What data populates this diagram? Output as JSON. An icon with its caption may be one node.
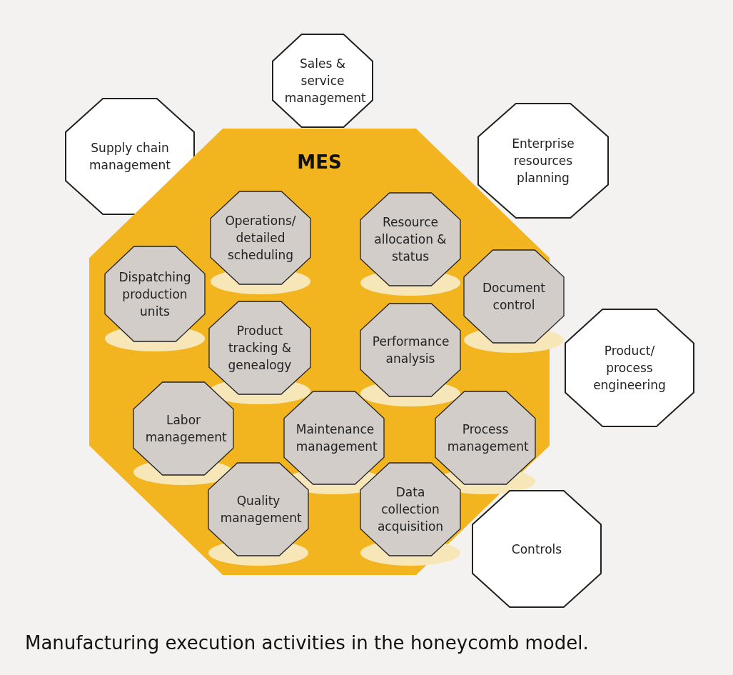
{
  "diagram": {
    "caption": "Manufacturing execution activities in the honeycomb model.",
    "nodes": [
      {
        "text": [
          "Sales & service management"
        ]
      },
      {
        "text": [
          "Supply chain management"
        ]
      },
      {
        "text": [
          "Enterprise resources planning"
        ]
      },
      {
        "text": [
          "MES"
        ]
      },
      {
        "text": [
          "Operations/ detailed scheduling"
        ],
        "in": 3
      },
      {
        "text": [
          "Resource allocation & status"
        ],
        "in": 3
      },
      {
        "text": [
          "Dispatching production units"
        ],
        "in": 3
      },
      {
        "text": [
          "Document control"
        ],
        "in": 3
      },
      {
        "text": [
          "Product tracking & genealogy"
        ],
        "in": 3
      },
      {
        "text": [
          "Performance analysis"
        ],
        "in": 3
      },
      {
        "text": [
          "Product/ process engineering"
        ]
      },
      {
        "text": [
          "Labor management"
        ],
        "in": 3
      },
      {
        "text": [
          "Maintenance management"
        ],
        "in": 3
      },
      {
        "text": [
          "Process management"
        ],
        "in": 3
      },
      {
        "text": [
          "Quality management"
        ],
        "in": 3
      },
      {
        "text": [
          "Data collection acquisition"
        ],
        "in": 3
      },
      {
        "text": [
          "Controls"
        ]
      }
    ],
    "edges": []
  }
}
